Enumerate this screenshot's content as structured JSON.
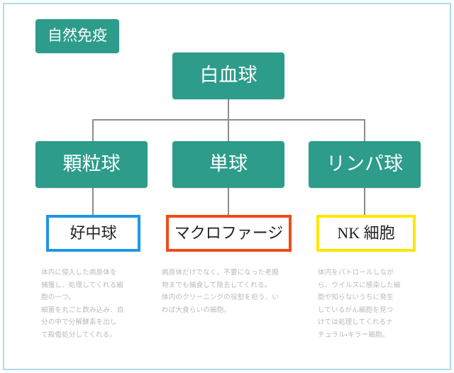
{
  "page": {
    "title": "自然免疫（白血球の分類）図",
    "frame_color": "#addbe8",
    "background": "#ffffff"
  },
  "palette": {
    "teal": "#2d9c8a",
    "blue_border": "#2196e3",
    "orange_border": "#ef4b18",
    "yellow_border": "#ffe600",
    "connector_gray": "#8c8c8c",
    "description_text": "#b9b9b9",
    "box_text_white": "#ffffff",
    "box_text_dark": "#231f20"
  },
  "nodes": {
    "innate_immunity": {
      "label": "自然免疫",
      "style": "teal-filled"
    },
    "white_blood_cell": {
      "label": "白血球",
      "style": "teal-filled"
    },
    "granulocyte": {
      "label": "顆粒球",
      "style": "teal-filled"
    },
    "monocyte": {
      "label": "単球",
      "style": "teal-filled"
    },
    "lymphocyte": {
      "label": "リンパ球",
      "style": "teal-filled"
    },
    "neutrophil": {
      "label": "好中球",
      "style": "outlined",
      "border": "#2196e3"
    },
    "macrophage": {
      "label": "マクロファージ",
      "style": "outlined",
      "border": "#ef4b18"
    },
    "nk_cell": {
      "label": "NK 細胞",
      "style": "outlined",
      "border": "#ffe600"
    }
  },
  "descriptions": {
    "neutrophil": "体内に侵入した病原体を\n捕獲し、処理してくれる細\n胞の一つ。\n細菌を丸ごと飲み込み、自\n分の中で分解酵素を出し\nて殺傷処分してくれる。",
    "macrophage": "病原体だけでなく、不要になった老廃\n物までも捕食して除去してくれる。\n体内のクリーニングの役割を担う、い\nわば大食らいの細胞。",
    "nk_cell": "体内をパトロールしなが\nら、ウイルスに感染した細\n胞や知らないうちに発生\nしているがん細胞を見つ\nけては処理してくれるナ\nチュラル・キラー細胞。"
  },
  "edges": [
    {
      "from": "white_blood_cell",
      "to": "granulocyte"
    },
    {
      "from": "white_blood_cell",
      "to": "monocyte"
    },
    {
      "from": "white_blood_cell",
      "to": "lymphocyte"
    },
    {
      "from": "granulocyte",
      "to": "neutrophil"
    },
    {
      "from": "monocyte",
      "to": "macrophage"
    },
    {
      "from": "lymphocyte",
      "to": "nk_cell"
    }
  ]
}
